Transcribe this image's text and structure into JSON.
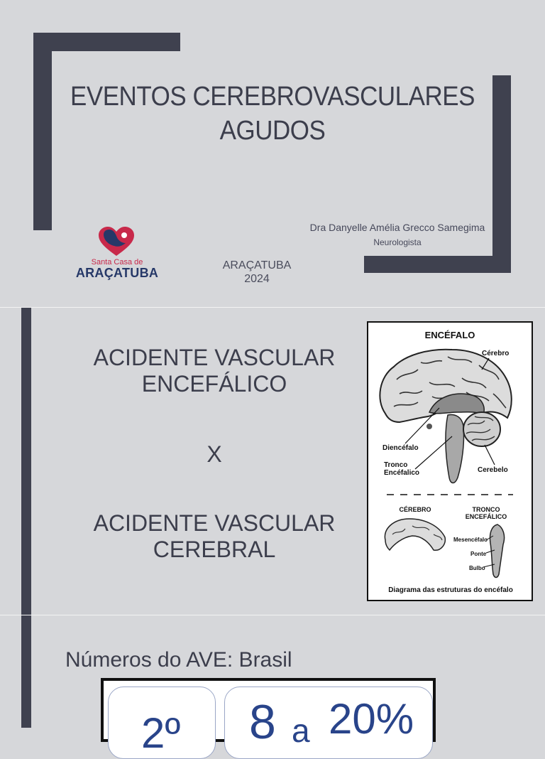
{
  "slide1": {
    "title_line1": "EVENTOS CEREBROVASCULARES",
    "title_line2": "AGUDOS",
    "author": "Dra Danyelle Amélia Grecco Samegima",
    "role": "Neurologista",
    "city": "ARAÇATUBA",
    "year": "2024",
    "logo_small": "Santa Casa de",
    "logo_big": "ARAÇATUBA"
  },
  "slide2": {
    "line1": "ACIDENTE VASCULAR",
    "line2": "ENCEFÁLICO",
    "versus": "X",
    "line3": "ACIDENTE VASCULAR",
    "line4": "CEREBRAL",
    "figure": {
      "title": "ENCÉFALO",
      "label_cerebro": "Cérebro",
      "label_diencefalo": "Diencéfalo",
      "label_tronco1": "Tronco",
      "label_tronco2": "Encéfalico",
      "label_cerebelo": "Cerebelo",
      "sub_cerebro": "CÉREBRO",
      "sub_tronco1": "TRONCO",
      "sub_tronco2": "ENCEFÁLICO",
      "label_mesencefalo": "Mesencéfalo",
      "label_ponte": "Ponte",
      "label_bulbo": "Bulbo",
      "caption": "Diagrama das estruturas do encéfalo"
    }
  },
  "slide3": {
    "title": "Números do AVE: Brasil",
    "stat1": "2º",
    "stat2a": "8",
    "stat2b": "a",
    "stat2c": "20%"
  },
  "colors": {
    "background": "#d6d7da",
    "frame": "#3f414f",
    "logo_red": "#c8294a",
    "logo_navy": "#263868",
    "stat_blue": "#29448a"
  }
}
